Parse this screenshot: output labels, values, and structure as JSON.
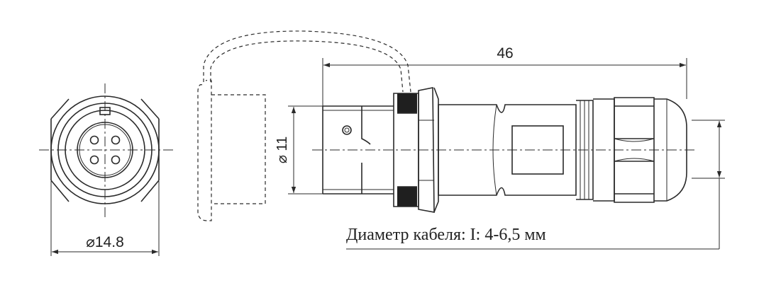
{
  "dimensions": {
    "length": "46",
    "body_diameter": "⌀ 11",
    "flange_diameter": "⌀14.8"
  },
  "note": "Диаметр кабеля: I: 4-6,5 мм"
}
